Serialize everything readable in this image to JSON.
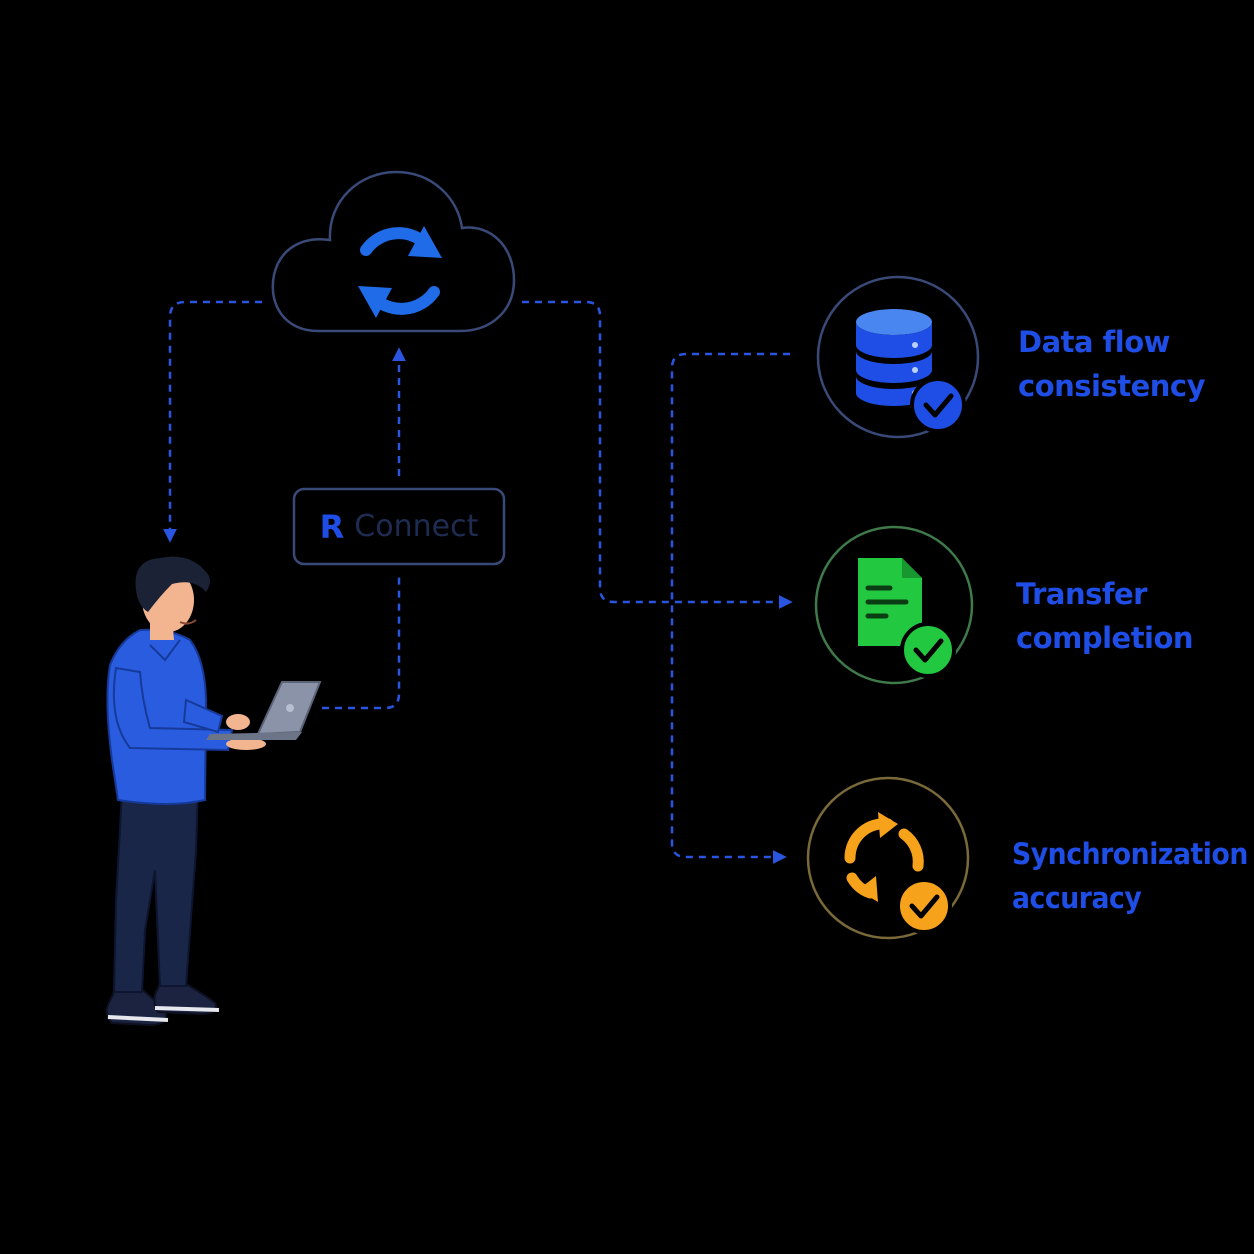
{
  "connect_box": {
    "mark": "R",
    "label": "Connect"
  },
  "outcomes": [
    {
      "line1": "Data flow",
      "line2": "consistency",
      "icon": "database-check-icon",
      "color": "#1f4ee6",
      "ring_color": "#3a4a78"
    },
    {
      "line1": "Transfer",
      "line2": "completion",
      "icon": "document-check-icon",
      "color": "#21c840",
      "ring_color": "#3f7a4a"
    },
    {
      "line1": "Synchronization",
      "line2": "accuracy",
      "icon": "sync-check-icon",
      "color": "#f6a21a",
      "ring_color": "#7a6a3a"
    }
  ],
  "colors": {
    "accent_blue": "#1f4ee6",
    "line_blue": "#2a55e0",
    "outline": "#3a4a78",
    "background": "#000000"
  }
}
